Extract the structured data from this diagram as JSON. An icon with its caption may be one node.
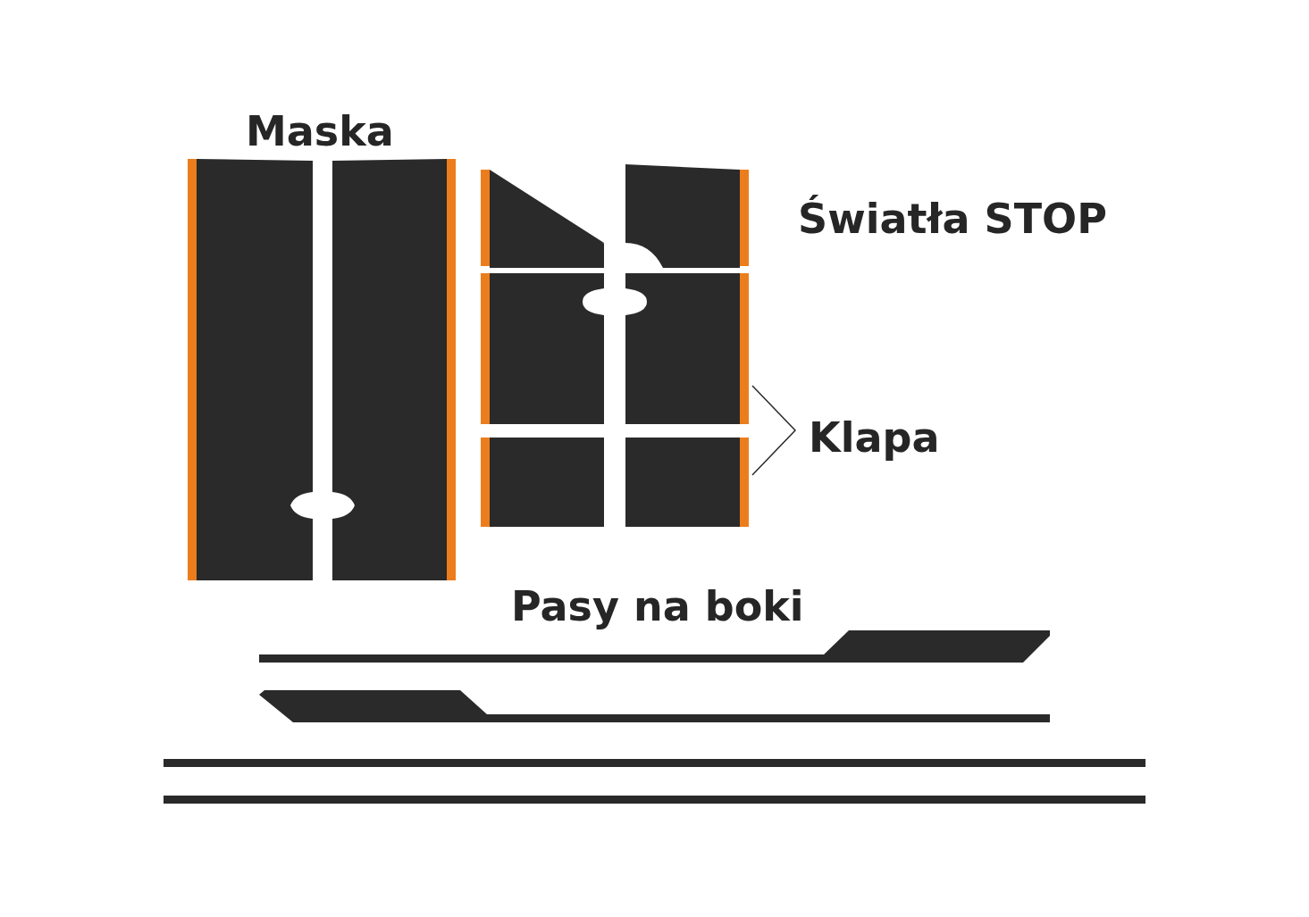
{
  "diagram": {
    "labels": [
      "Maska",
      "Światła STOP",
      "Klapa",
      "Pasy na boki"
    ]
  }
}
